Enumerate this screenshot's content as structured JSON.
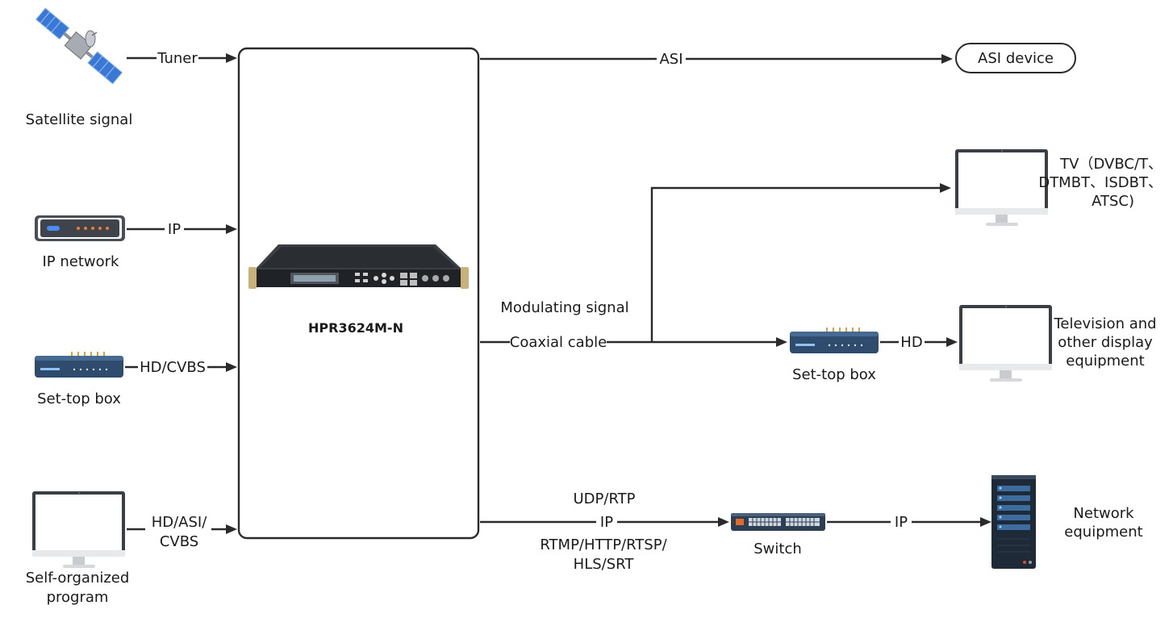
{
  "center_device": {
    "label": "HPR3624M-N"
  },
  "inputs": {
    "satellite": {
      "label": "Satellite signal",
      "link": "Tuner"
    },
    "ip_network": {
      "label": "IP network",
      "link": "IP"
    },
    "set_top_box": {
      "label": "Set-top box",
      "link": "HD/CVBS"
    },
    "self_program": {
      "label_lines": [
        "Self-organized",
        "program"
      ],
      "link_lines": [
        "HD/ASI/",
        "CVBS"
      ]
    }
  },
  "outputs": {
    "asi": {
      "link": "ASI",
      "device": "ASI device"
    },
    "coax": {
      "caption": "Modulating signal",
      "link": "Coaxial cable"
    },
    "tv": {
      "label_lines": [
        "TV（DVBC/T、",
        "DTMBT、ISDBT、",
        "ATSC)"
      ]
    },
    "stb": {
      "label": "Set-top box",
      "link": "HD"
    },
    "television": {
      "label_lines": [
        "Television and",
        "other display",
        "equipment"
      ]
    },
    "ip": {
      "top": "UDP/RTP",
      "link": "IP",
      "bottom_lines": [
        "RTMP/HTTP/RTSP/",
        "HLS/SRT"
      ]
    },
    "switch": {
      "label": "Switch",
      "link": "IP"
    },
    "network_equipment": {
      "label_lines": [
        "Network",
        "equipment"
      ]
    }
  },
  "icons": [
    "satellite-icon",
    "router-icon",
    "set-top-box-icon",
    "monitor-icon",
    "rack-device-icon",
    "tv-monitor-icon",
    "switch-icon",
    "server-icon"
  ]
}
